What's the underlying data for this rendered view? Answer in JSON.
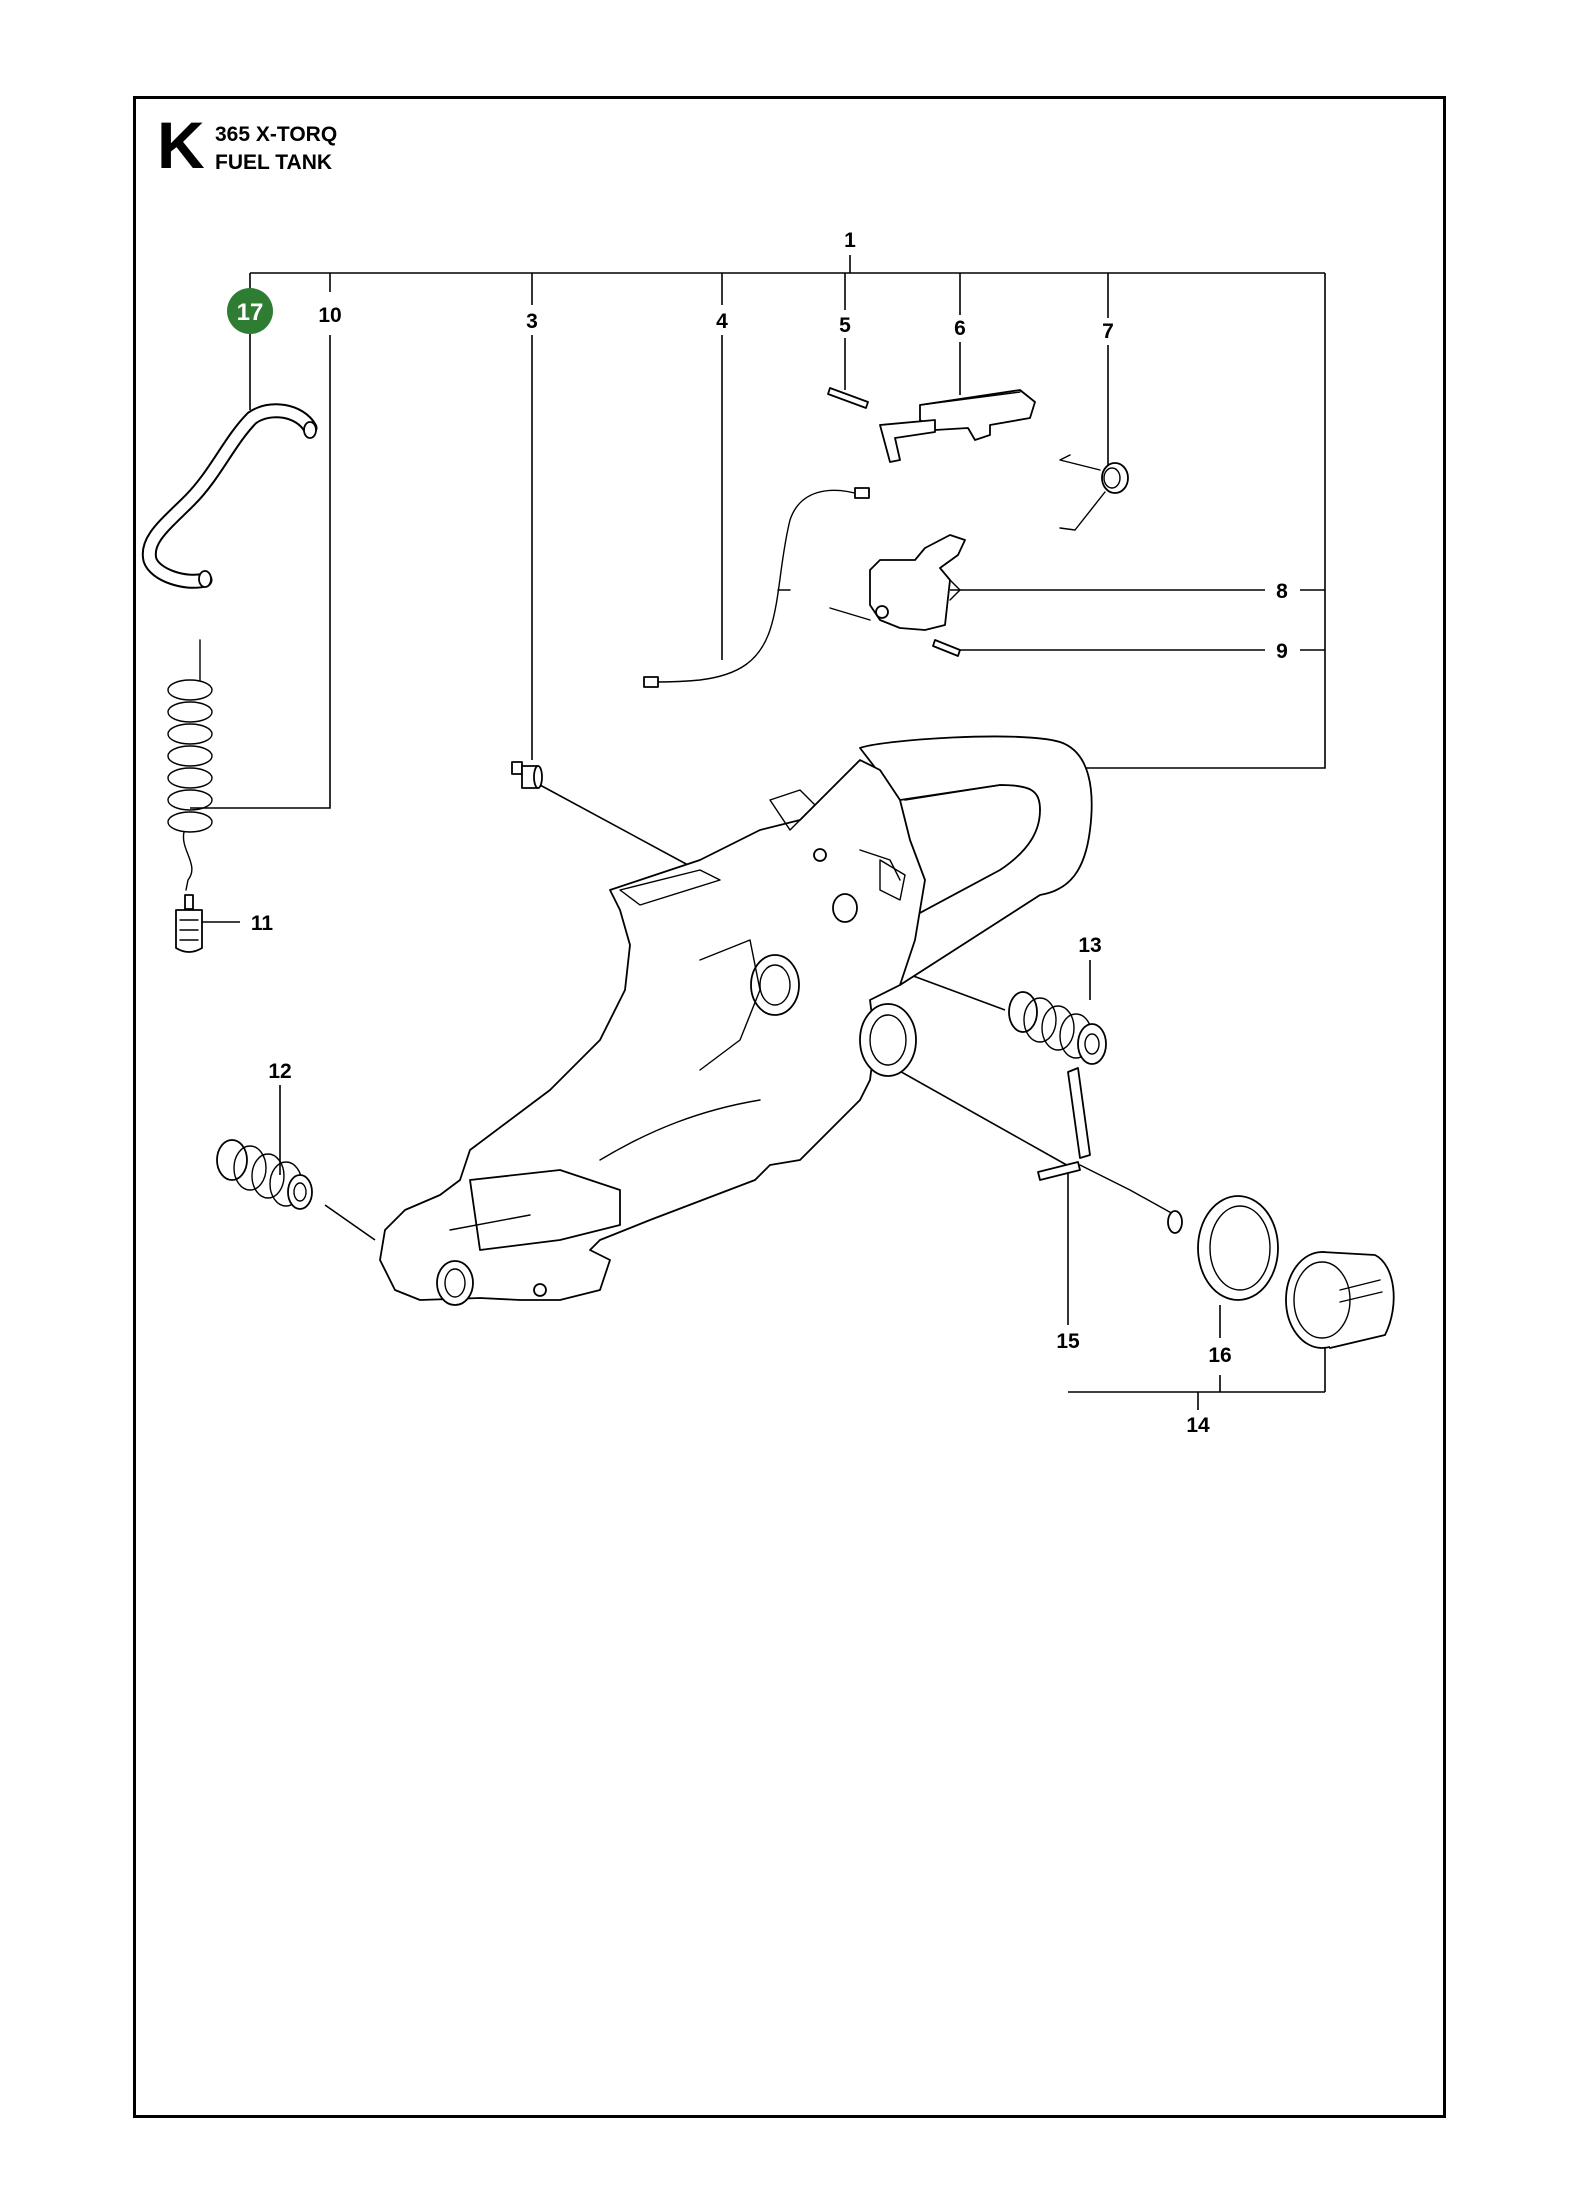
{
  "header": {
    "section_letter": "K",
    "model": "365 X-TORQ",
    "title": "FUEL TANK"
  },
  "highlight_color": "#2e7d32",
  "parts": [
    {
      "no": "1"
    },
    {
      "no": "3"
    },
    {
      "no": "4"
    },
    {
      "no": "5"
    },
    {
      "no": "6"
    },
    {
      "no": "7"
    },
    {
      "no": "8"
    },
    {
      "no": "9"
    },
    {
      "no": "10"
    },
    {
      "no": "11"
    },
    {
      "no": "12"
    },
    {
      "no": "13"
    },
    {
      "no": "14"
    },
    {
      "no": "15"
    },
    {
      "no": "16"
    },
    {
      "no": "17",
      "highlighted": true
    }
  ]
}
